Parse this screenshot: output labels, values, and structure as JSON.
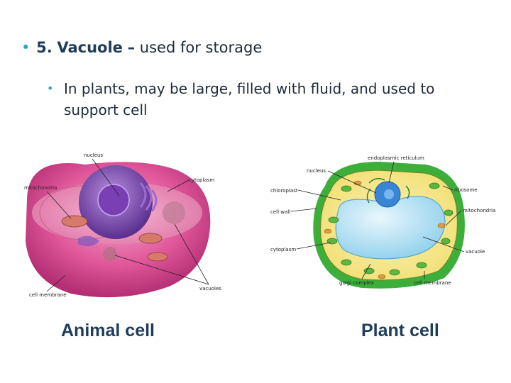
{
  "heading": {
    "bullet": "•",
    "number": "5.",
    "term": "Vacuole",
    "dash": "–",
    "rest": "used for storage"
  },
  "sub_bullet": {
    "bullet": "•",
    "text": "In plants, may be large, filled with fluid, and used to support cell"
  },
  "animal": {
    "caption": "Animal cell",
    "labels": {
      "nucleus": "nucleus",
      "cytoplasm": "cytoplasm",
      "mitochondria": "mitochondria",
      "cell_membrane": "cell membrane",
      "vacuoles": "vacuoles"
    }
  },
  "plant": {
    "caption": "Plant cell",
    "labels": {
      "endoplasmic_reticulum": "endoplasmic reticulum",
      "nucleus": "nucleus",
      "chloroplast": "chloroplast",
      "ribosome": "ribosome",
      "cell_wall": "cell wall",
      "mitochondria": "mitochondria",
      "cytoplasm": "cytoplasm",
      "vacuole": "vacuole",
      "golgi_complex": "golgi complex",
      "cell_membrane": "cell membrane"
    }
  },
  "colors": {
    "title_navy": "#1f3c5a",
    "bullet_teal": "#2aa6c4",
    "animal_cell_pink": "#e0579a",
    "plant_wall_green": "#3cae3a",
    "vacuole_blue": "#a9dcf2"
  }
}
